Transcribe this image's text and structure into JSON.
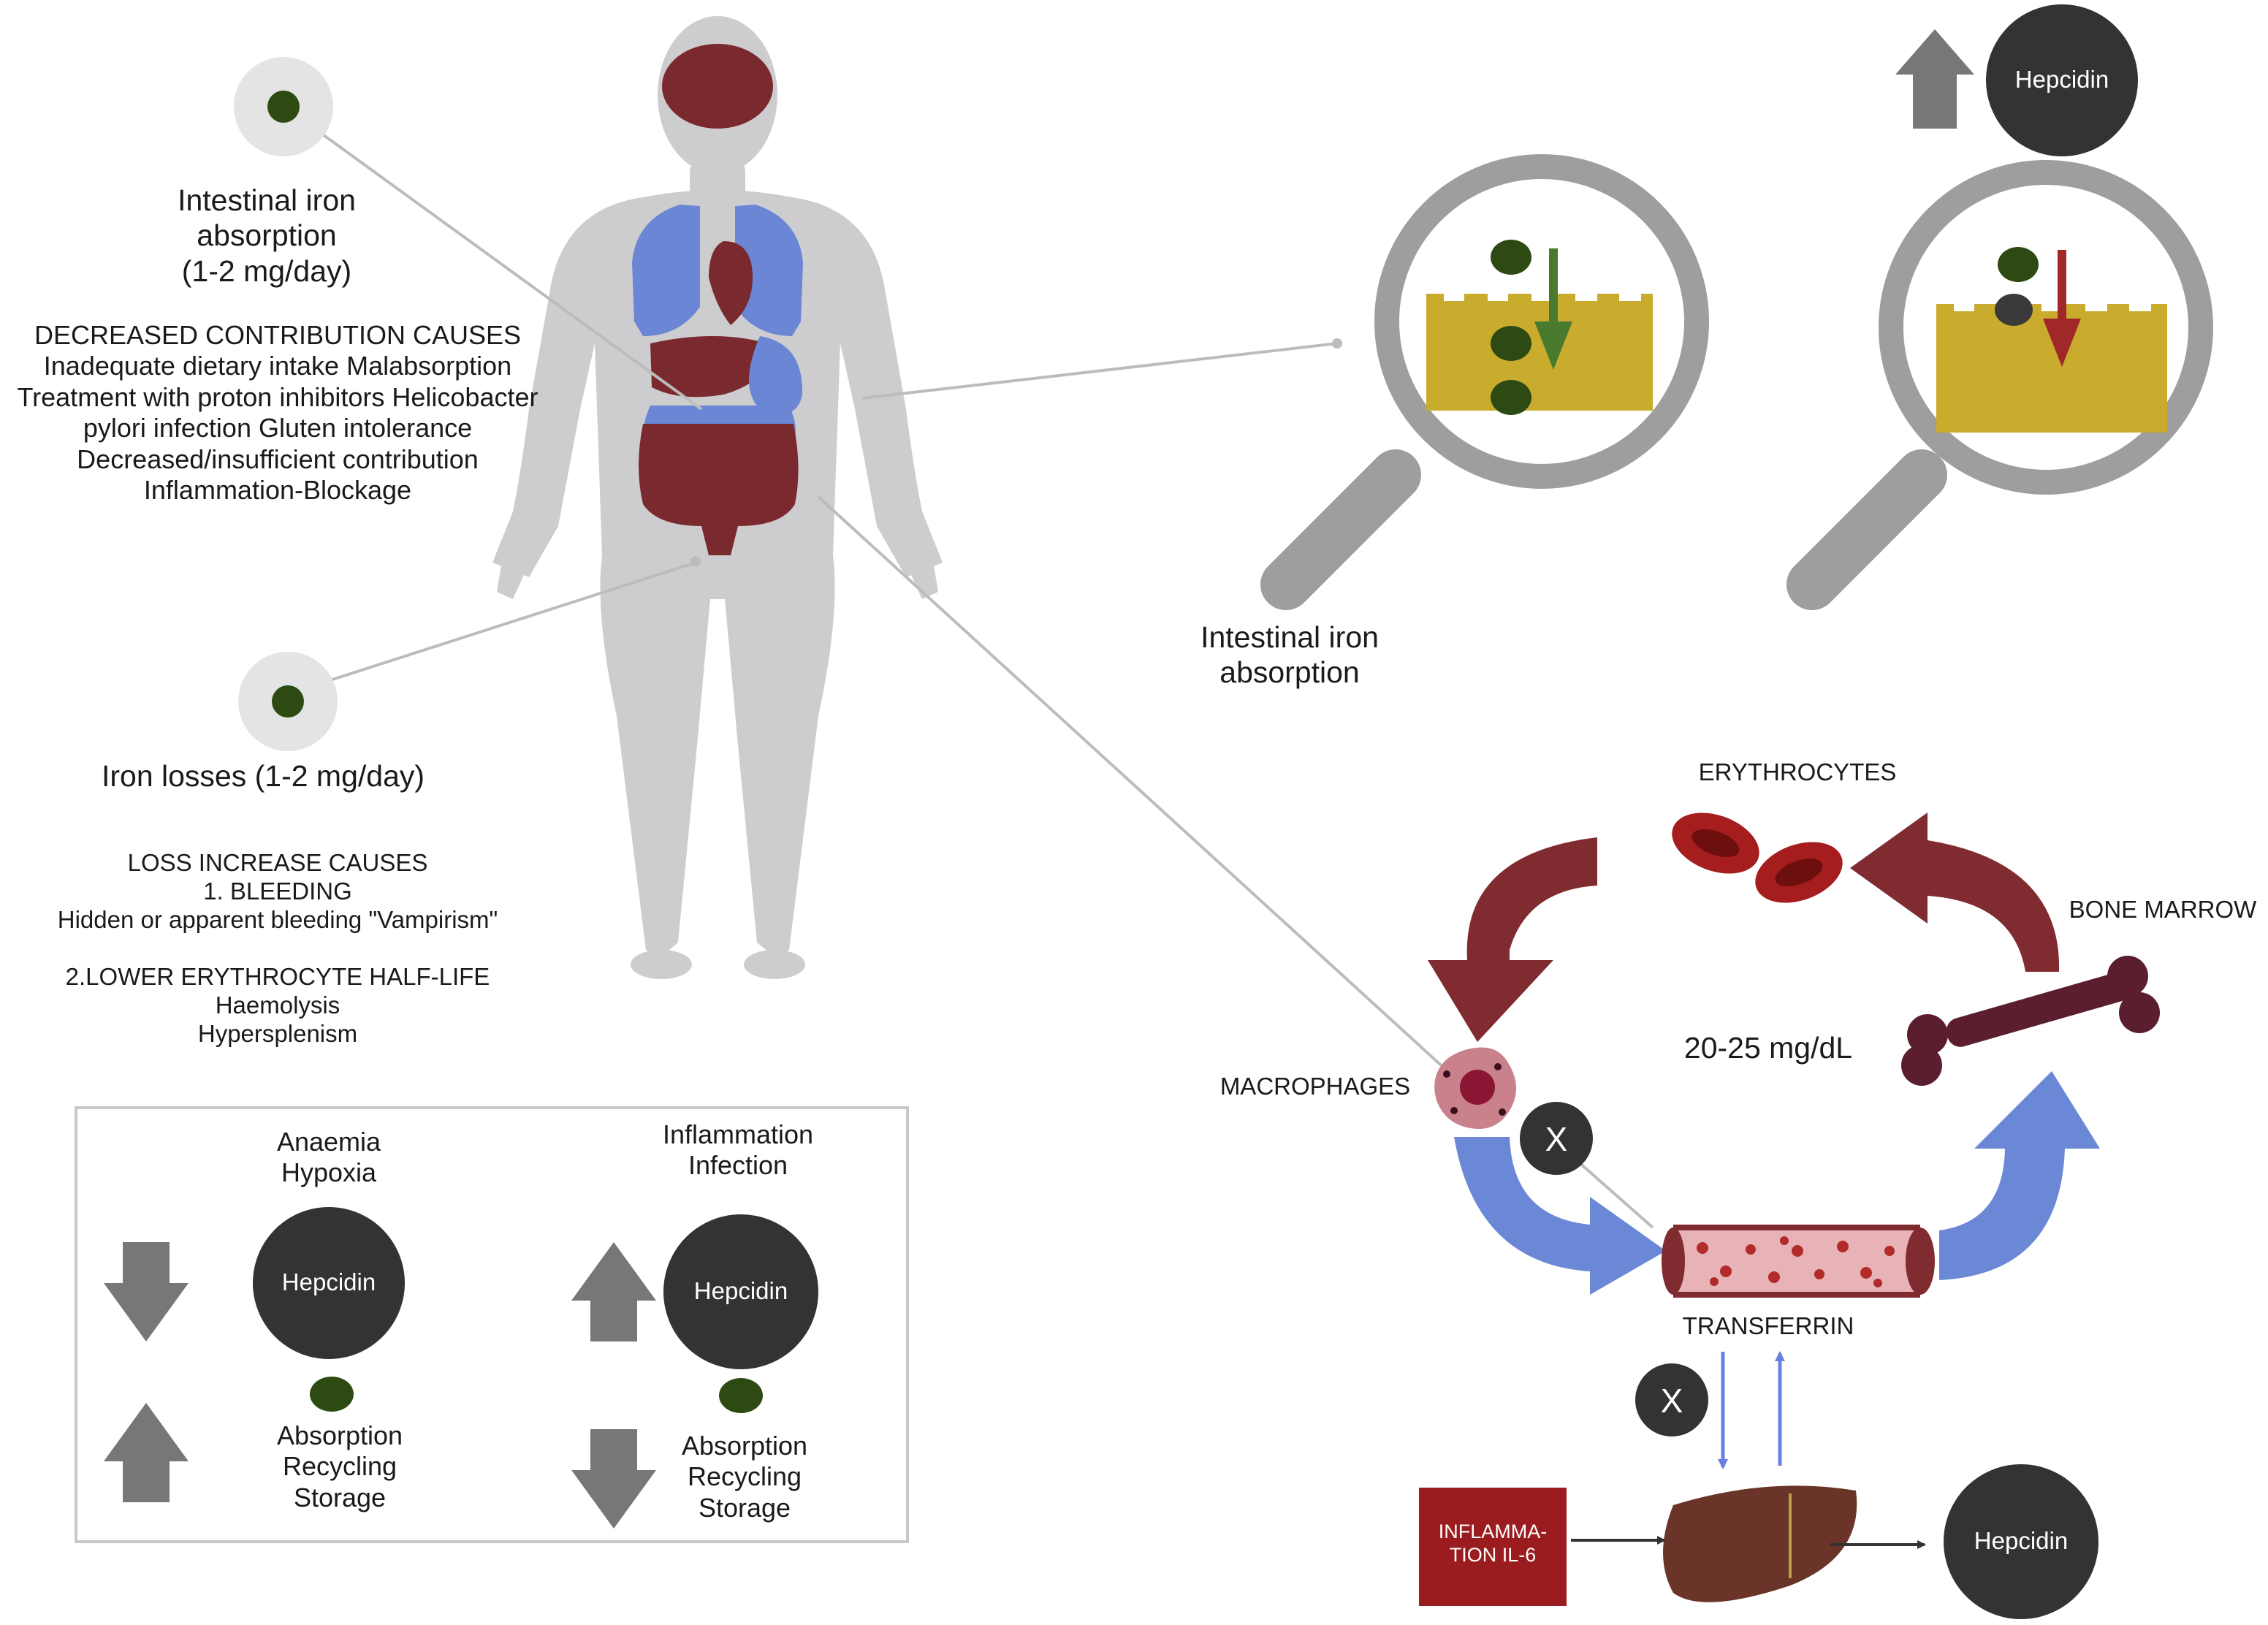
{
  "left_panel": {
    "absorption_label": "Intestinal iron\nabsorption\n(1-2 mg/day)",
    "decreased_causes": "DECREASED CONTRIBUTION CAUSES\nInadequate dietary intake Malabsorption\nTreatment with proton inhibitors Helicobacter\npylori infection Gluten intolerance\nDecreased/insufficient contribution\nInflammation-Blockage",
    "losses_label": "Iron losses (1-2 mg/day)",
    "loss_causes": "LOSS INCREASE CAUSES\n1. BLEEDING\nHidden or apparent bleeding \"Vampirism\"\n\n2.LOWER ERYTHROCYTE HALF-LIFE\nHaemolysis\nHypersplenism"
  },
  "legend_box": {
    "left": {
      "condition": "Anaemia\nHypoxia",
      "hepcidin": "Hepcidin",
      "effects": "Absorption\nRecycling\nStorage"
    },
    "right": {
      "condition": "Inflammation\nInfection",
      "hepcidin": "Hepcidin",
      "effects": "Absorption\nRecycling\nStorage"
    }
  },
  "magnifier": {
    "caption": "Intestinal iron\nabsorption",
    "hepcidin": "Hepcidin"
  },
  "cycle": {
    "erythrocytes": "ERYTHROCYTES",
    "bone_marrow": "BONE MARROW",
    "macrophages": "MACROPHAGES",
    "center_value": "20-25 mg/dL",
    "transferrin": "TRANSFERRIN",
    "block_1": "X",
    "block_2": "X",
    "inflammation": "INFLAMMA-\nTION IL-6",
    "hepcidin": "Hepcidin"
  },
  "colors": {
    "body": "#cdcdcf",
    "organ_red": "#7a2a2e",
    "organ_blue": "#6a86d4",
    "iron_dot": "#2d4a12",
    "dark_circle": "#333333",
    "gut_cells": "#c9ab2e",
    "arrow_grey": "#777777",
    "arrow_red_cycle": "#7f2b30",
    "arrow_blue_cycle": "#6b88d6",
    "inflammation_box": "#9b1c1f"
  }
}
